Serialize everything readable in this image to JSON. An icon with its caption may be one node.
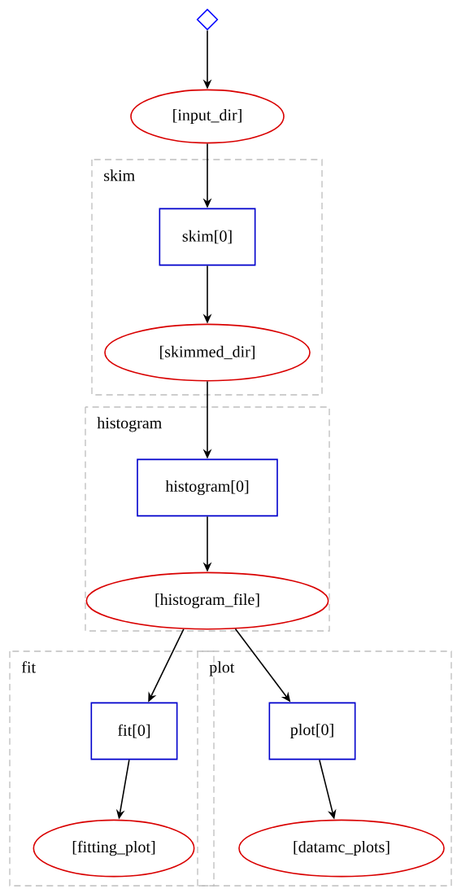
{
  "diagram": {
    "nodes": [
      {
        "text": [],
        "shape": "diamond"
      },
      {
        "text": [
          "[input_dir]"
        ]
      },
      {
        "text": [
          "skim"
        ]
      },
      {
        "text": [
          "skim[0]"
        ],
        "in": 2
      },
      {
        "text": [
          "[skimmed_dir]"
        ],
        "in": 2
      },
      {
        "text": [
          "histogram"
        ]
      },
      {
        "text": [
          "histogram[0]"
        ],
        "in": 5
      },
      {
        "text": [
          "[histogram_file]"
        ],
        "in": 5
      },
      {
        "text": [
          "fit"
        ]
      },
      {
        "text": [
          "fit[0]"
        ],
        "in": 8
      },
      {
        "text": [
          "[fitting_plot]"
        ],
        "in": 8
      },
      {
        "text": [
          "plot"
        ]
      },
      {
        "text": [
          "plot[0]"
        ],
        "in": 11
      },
      {
        "text": [
          "[datamc_plots]"
        ],
        "in": 11
      }
    ],
    "edges": [
      {
        "from": 0,
        "to": 1,
        "arrow": "to"
      },
      {
        "from": 1,
        "to": 3,
        "arrow": "to"
      },
      {
        "from": 3,
        "to": 4,
        "arrow": "to"
      },
      {
        "from": 4,
        "to": 6,
        "arrow": "to"
      },
      {
        "from": 6,
        "to": 7,
        "arrow": "to"
      },
      {
        "from": 7,
        "to": 9,
        "arrow": "to"
      },
      {
        "from": 7,
        "to": 12,
        "arrow": "to"
      },
      {
        "from": 9,
        "to": 10,
        "arrow": "to"
      },
      {
        "from": 12,
        "to": 13,
        "arrow": "to"
      }
    ]
  }
}
